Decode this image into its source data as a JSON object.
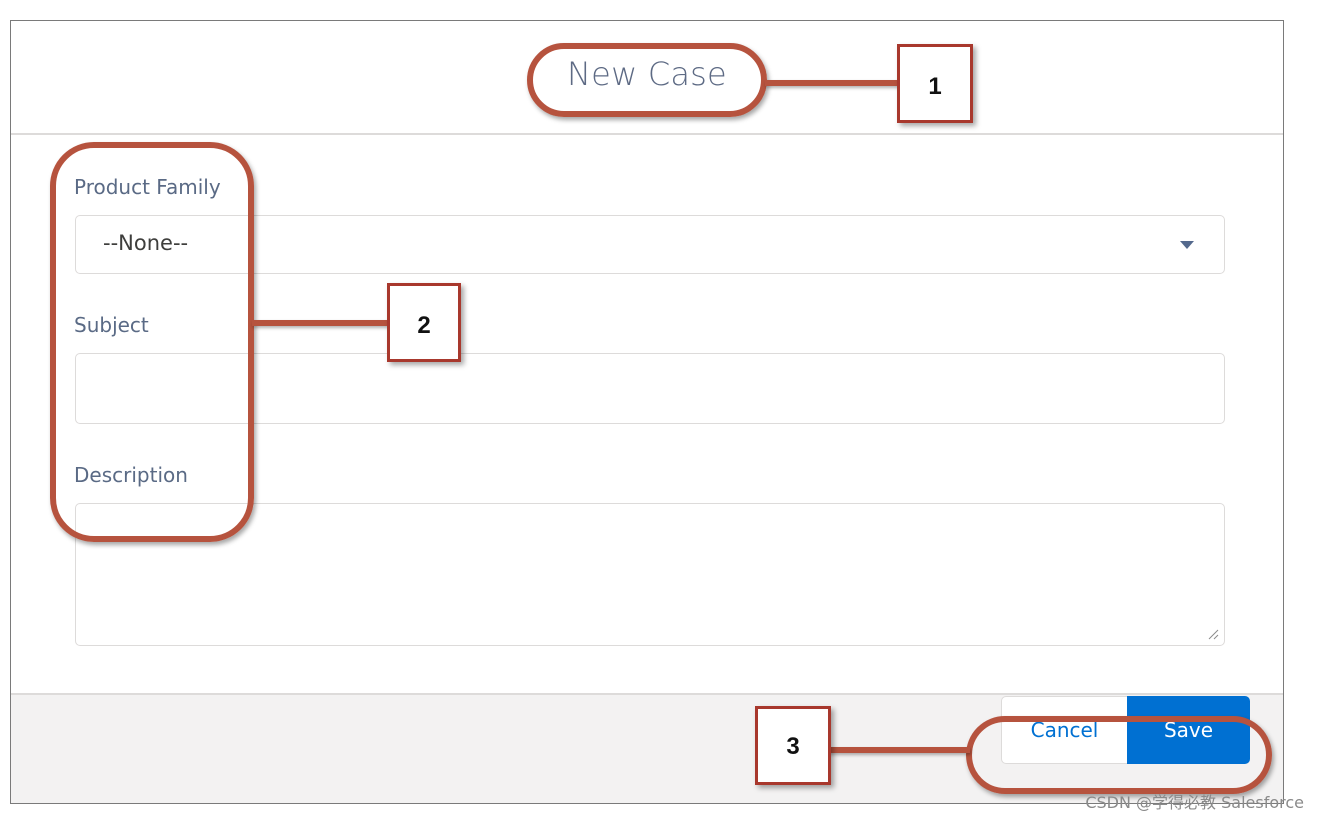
{
  "modal": {
    "title": "New Case"
  },
  "form": {
    "product_family": {
      "label": "Product Family",
      "value": "--None--"
    },
    "subject": {
      "label": "Subject",
      "value": ""
    },
    "description": {
      "label": "Description",
      "value": ""
    }
  },
  "footer": {
    "cancel_label": "Cancel",
    "save_label": "Save"
  },
  "annotations": {
    "callout_1": "1",
    "callout_2": "2",
    "callout_3": "3"
  },
  "watermark": "CSDN @学得必教 Salesforce",
  "colors": {
    "accent": "#0070d2",
    "callout": "#b6533e",
    "label": "#5a6a85",
    "border": "#dddbda",
    "footer_bg": "#f3f2f2"
  }
}
